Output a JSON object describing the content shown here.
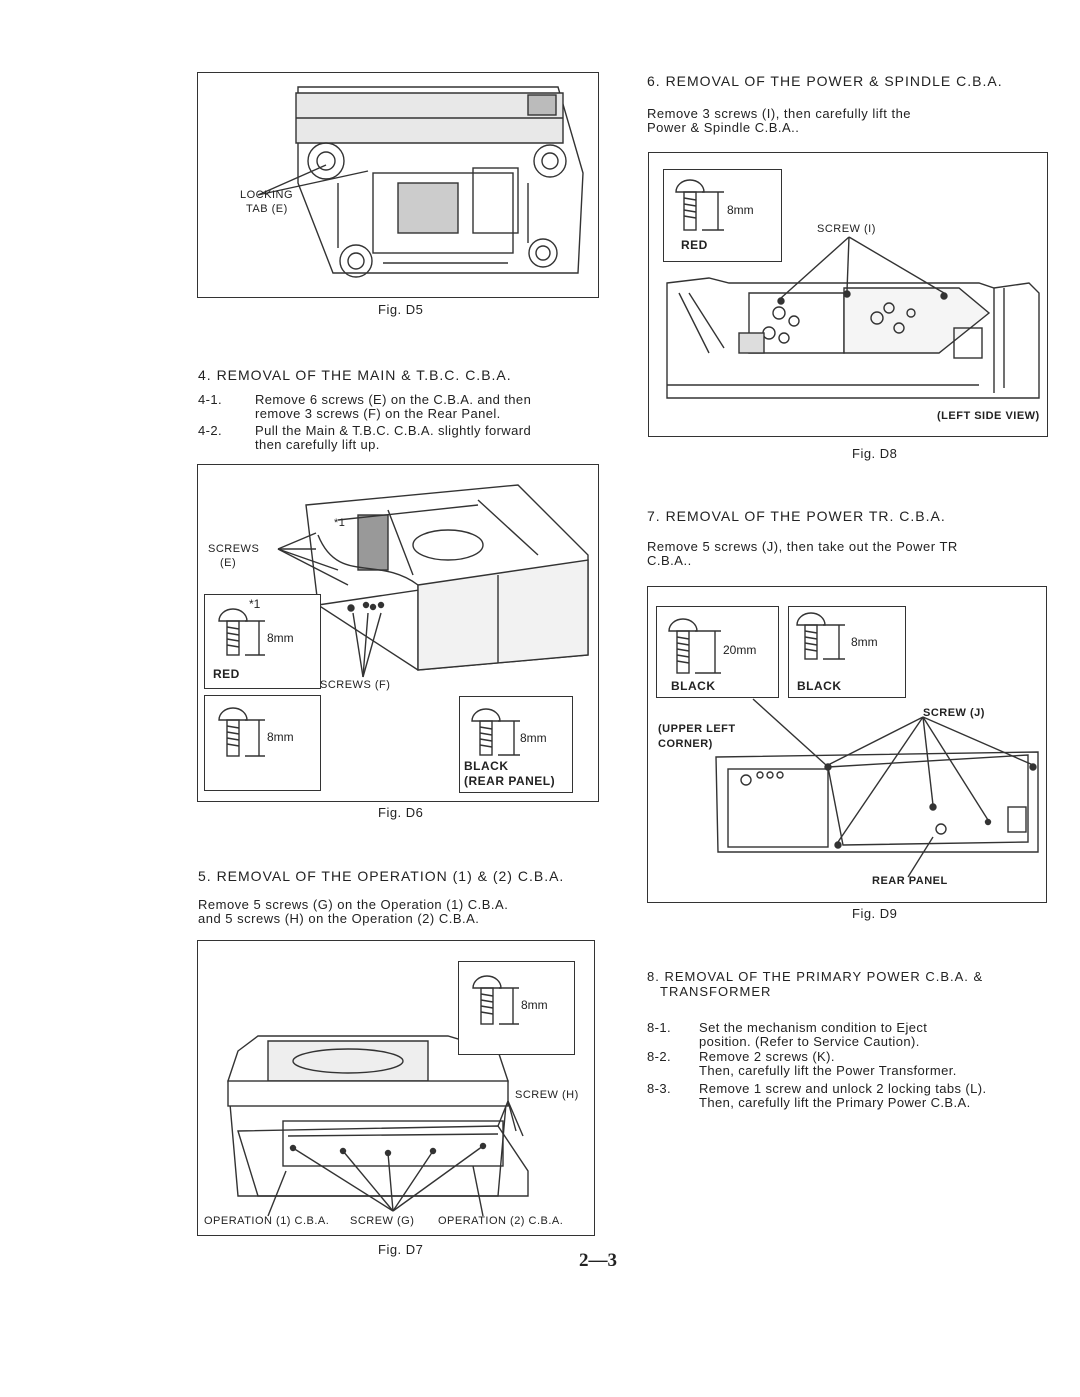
{
  "fig_d5": {
    "label_locking_tab": [
      "LOCKING",
      "TAB (E)"
    ],
    "caption": "Fig. D5"
  },
  "section4": {
    "heading": "4. REMOVAL OF THE MAIN & T.B.C. C.B.A.",
    "steps": [
      {
        "num": "4-1.",
        "lines": [
          "Remove 6 screws (E) on the C.B.A. and then",
          "remove 3 screws (F) on the Rear Panel."
        ]
      },
      {
        "num": "4-2.",
        "lines": [
          "Pull the Main & T.B.C. C.B.A. slightly forward",
          "then carefully lift up."
        ]
      }
    ]
  },
  "fig_d6": {
    "label_screws_e": [
      "SCREWS",
      "(E)"
    ],
    "label_screws_f": "SCREWS (F)",
    "label_star1": "*1",
    "screw_red": {
      "mark": "*1",
      "length": "8mm",
      "color": "RED"
    },
    "screw_plain": {
      "length": "8mm"
    },
    "screw_black": {
      "length": "8mm",
      "color": "BLACK",
      "note": "(REAR PANEL)"
    },
    "caption": "Fig. D6"
  },
  "section5": {
    "heading": "5. REMOVAL OF THE OPERATION (1) & (2) C.B.A.",
    "lines": [
      "Remove 5 screws (G) on the Operation (1) C.B.A.",
      "and 5 screws (H) on the Operation (2) C.B.A."
    ]
  },
  "fig_d7": {
    "screw": {
      "length": "8mm"
    },
    "label_screw_h": "SCREW (H)",
    "label_op1": "OPERATION (1) C.B.A.",
    "label_screw_g": "SCREW (G)",
    "label_op2": "OPERATION (2) C.B.A.",
    "caption": "Fig. D7"
  },
  "section6": {
    "heading": "6. REMOVAL OF THE POWER & SPINDLE C.B.A.",
    "lines": [
      "Remove 3 screws (I), then carefully lift the",
      "Power & Spindle C.B.A.."
    ]
  },
  "fig_d8": {
    "screw": {
      "length": "8mm",
      "color": "RED"
    },
    "label_screw_i": "SCREW (I)",
    "label_view": "(LEFT SIDE VIEW)",
    "caption": "Fig. D8"
  },
  "section7": {
    "heading": "7. REMOVAL OF THE POWER TR. C.B.A.",
    "lines": [
      "Remove 5 screws (J), then take out the Power TR",
      "C.B.A.."
    ]
  },
  "fig_d9": {
    "screw_a": {
      "length": "20mm",
      "color": "BLACK"
    },
    "screw_b": {
      "length": "8mm",
      "color": "BLACK"
    },
    "label_screw_j": "SCREW (J)",
    "label_corner": [
      "(UPPER LEFT",
      "CORNER)"
    ],
    "label_rear": "REAR PANEL",
    "caption": "Fig. D9"
  },
  "section8": {
    "heading": [
      "8. REMOVAL OF THE PRIMARY POWER C.B.A. &",
      "TRANSFORMER"
    ],
    "steps": [
      {
        "num": "8-1.",
        "lines": [
          "Set the mechanism condition to Eject",
          "position. (Refer to Service Caution)."
        ]
      },
      {
        "num": "8-2.",
        "lines": [
          "Remove 2 screws (K).",
          "Then, carefully lift the Power Transformer."
        ]
      },
      {
        "num": "8-3.",
        "lines": [
          "Remove 1 screw and unlock 2 locking tabs (L).",
          "Then, carefully lift the Primary Power C.B.A."
        ]
      }
    ]
  },
  "page_number": "2—3",
  "colors": {
    "ink": "#222222",
    "frame": "#333333",
    "paper": "#ffffff"
  }
}
